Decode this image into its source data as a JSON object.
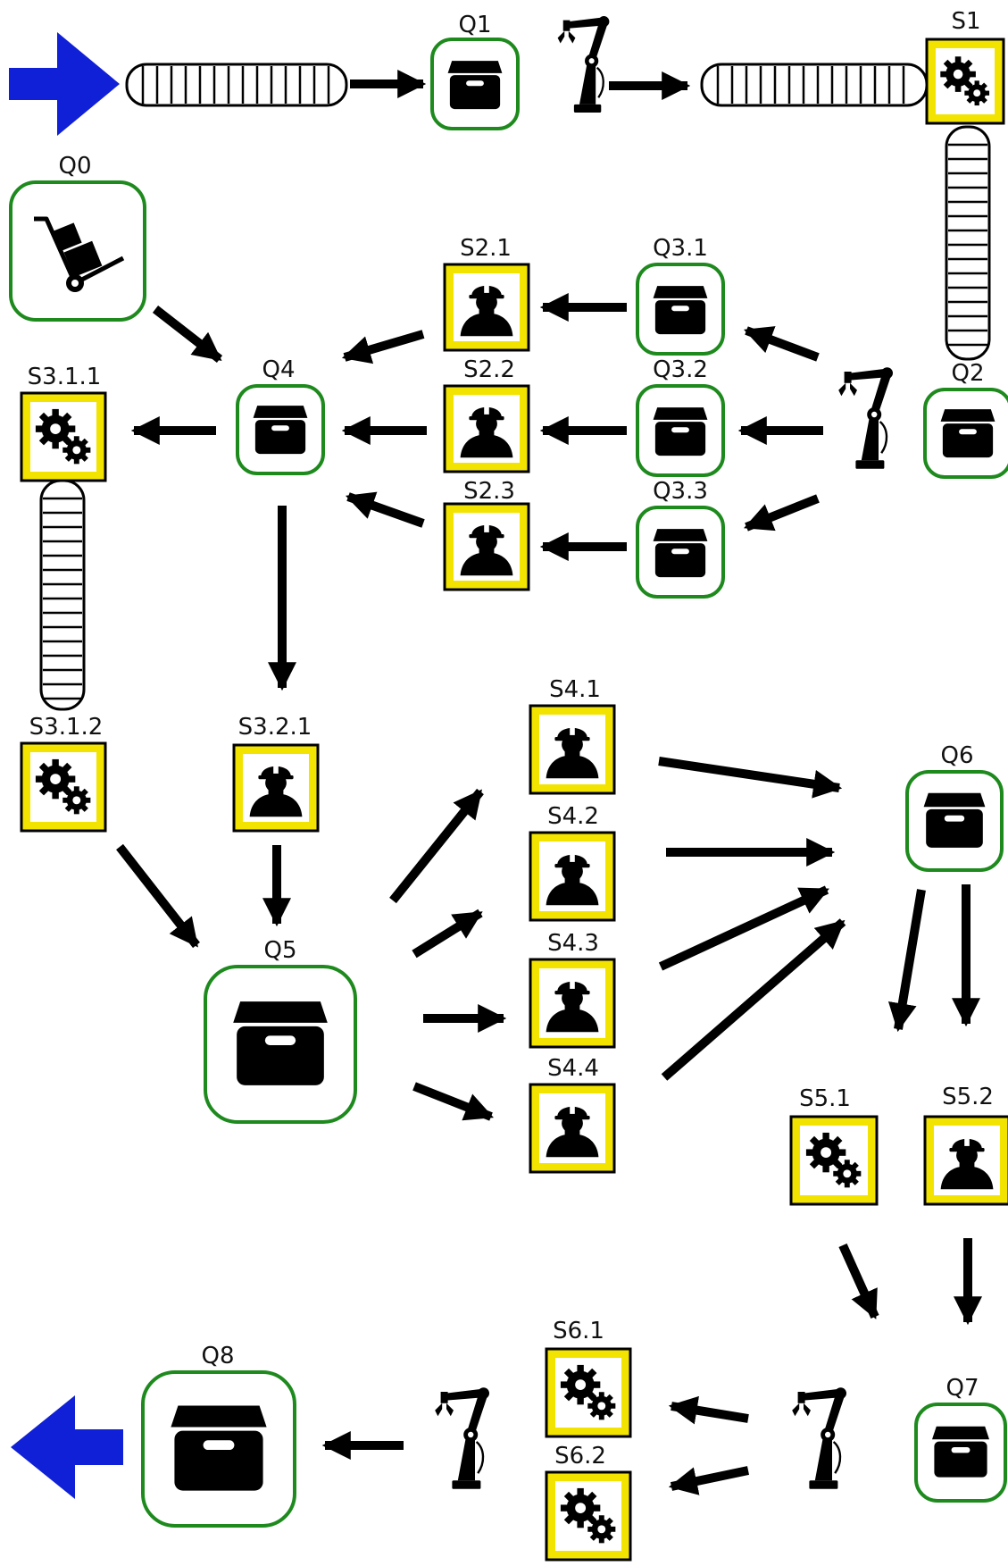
{
  "colors": {
    "queue_border": "#1e8a1e",
    "station_border": "#f2e400",
    "arrow": "#000000",
    "flow_arrow": "#1020d6"
  },
  "icons": {
    "queue": "box-icon",
    "manual_station": "worker-icon",
    "machine_station": "gears-icon",
    "robot": "robot-arm-icon",
    "conveyor": "conveyor-icon",
    "cart": "hand-truck-icon"
  },
  "queues": {
    "q0": "Q0",
    "q1": "Q1",
    "q2": "Q2",
    "q3_1": "Q3.1",
    "q3_2": "Q3.2",
    "q3_3": "Q3.3",
    "q4": "Q4",
    "q5": "Q5",
    "q6": "Q6",
    "q7": "Q7",
    "q8": "Q8"
  },
  "stations": {
    "s1": "S1",
    "s2_1": "S2.1",
    "s2_2": "S2.2",
    "s2_3": "S2.3",
    "s3_1_1": "S3.1.1",
    "s3_1_2": "S3.1.2",
    "s3_2_1": "S3.2.1",
    "s4_1": "S4.1",
    "s4_2": "S4.2",
    "s4_3": "S4.3",
    "s4_4": "S4.4",
    "s5_1": "S5.1",
    "s5_2": "S5.2",
    "s6_1": "S6.1",
    "s6_2": "S6.2"
  }
}
